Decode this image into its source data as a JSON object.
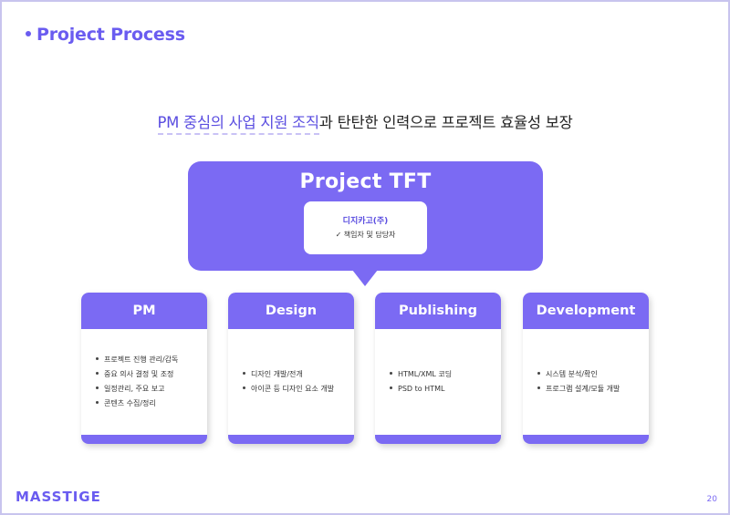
{
  "header": {
    "title": "Project Process"
  },
  "headline": {
    "highlight": "PM 중심의 사업 지원 조직",
    "rest": "과 탄탄한 인력으로 프로젝트 효율성 보장"
  },
  "tft": {
    "title": "Project TFT",
    "company": "디지카고(주)",
    "role": "✓  책임자 및 담당자"
  },
  "columns": [
    {
      "title": "PM",
      "items": [
        "프로젝트 진행 관리/감독",
        "중요 의사 결정 및 조정",
        "일정관리, 주요 보고",
        "콘텐츠 수집/정리"
      ]
    },
    {
      "title": "Design",
      "items": [
        "디자인 개발/전개",
        "아이콘 등 디자인 요소 개발"
      ]
    },
    {
      "title": "Publishing",
      "items": [
        "HTML/XML 코딩",
        "PSD to HTML"
      ]
    },
    {
      "title": "Development",
      "items": [
        "시스템 분석/확인",
        "프로그램 설계/모듈 개발"
      ]
    }
  ],
  "footer": {
    "logo": "MASSTIGE",
    "page_number": "20"
  },
  "colors": {
    "accent": "#7b6af3",
    "accent_text": "#6a5cf0"
  }
}
